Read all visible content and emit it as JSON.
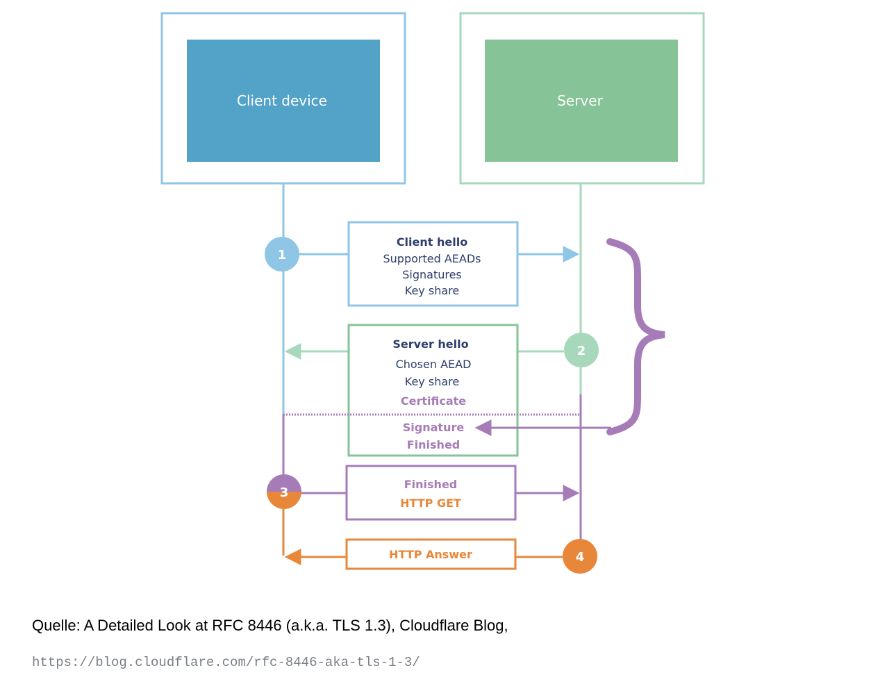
{
  "colors": {
    "client": "#53a3c8",
    "client_light": "#8fc6e6",
    "server": "#86c396",
    "server_light": "#a7d8bb",
    "purple": "#a67cb8",
    "orange": "#e8873a",
    "navy": "#2d3e6b"
  },
  "boxes": {
    "client": "Client device",
    "server": "Server"
  },
  "messages": {
    "client_hello": [
      "Client hello",
      "Supported AEADs",
      "Signatures",
      "Key share"
    ],
    "server_hello": [
      "Server hello",
      "Chosen AEAD",
      "Key share"
    ],
    "server_encrypted": [
      "Certificate",
      "Signature",
      "Finished"
    ],
    "client_finished": [
      "Finished",
      "HTTP GET"
    ],
    "http_answer": "HTTP Answer"
  },
  "steps": [
    "1",
    "2",
    "3",
    "4"
  ],
  "caption": "Quelle: A Detailed Look at RFC 8446 (a.k.a. TLS 1.3), Cloudflare Blog,",
  "url": "https://blog.cloudflare.com/rfc-8446-aka-tls-1-3/"
}
